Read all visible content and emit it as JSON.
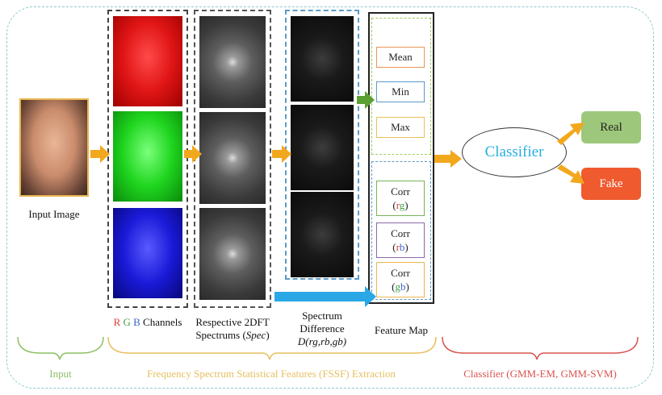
{
  "input": {
    "caption": "Input Image"
  },
  "channels": {
    "r": "R",
    "g": "G",
    "b": "B",
    "word": "Channels",
    "colors": {
      "r": "#e53935",
      "g": "#43a047",
      "b": "#3b63c9"
    }
  },
  "spectrums": {
    "caption_line1": "Respective 2DFT",
    "caption_line2_pre": "Spectrums (",
    "caption_line2_em": "Spec",
    "caption_line2_post": ")"
  },
  "difference": {
    "caption_line1": "Spectrum",
    "caption_line2": "Difference",
    "caption_line3": "D(rg,rb,gb)"
  },
  "feature_map": {
    "caption": "Feature Map",
    "stats": [
      "Mean",
      "Min",
      "Max"
    ],
    "stat_colors": [
      "#e8955a",
      "#5b9bc7",
      "#e8c15a"
    ],
    "corr_word": "Corr",
    "corr": [
      {
        "open": "(",
        "a": "r",
        "b": "g",
        "close": ")",
        "border": "#78b35a"
      },
      {
        "open": "(",
        "a": "r",
        "b": "b",
        "close": ")",
        "border": "#8a6aa8"
      },
      {
        "open": "(",
        "a": "g",
        "b": "b",
        "close": ")",
        "border": "#e8b650"
      }
    ]
  },
  "classifier": {
    "label": "Classifier"
  },
  "outputs": {
    "real": "Real",
    "fake": "Fake"
  },
  "sections": {
    "input": {
      "label": "Input",
      "color": "#8cbf63"
    },
    "fssf": {
      "label": "Frequency Spectrum Statistical Features (FSSF) Extraction",
      "color": "#e6c060"
    },
    "classifier": {
      "label": "Classifier (GMM-EM, GMM-SVM)",
      "color": "#d9534f"
    }
  }
}
